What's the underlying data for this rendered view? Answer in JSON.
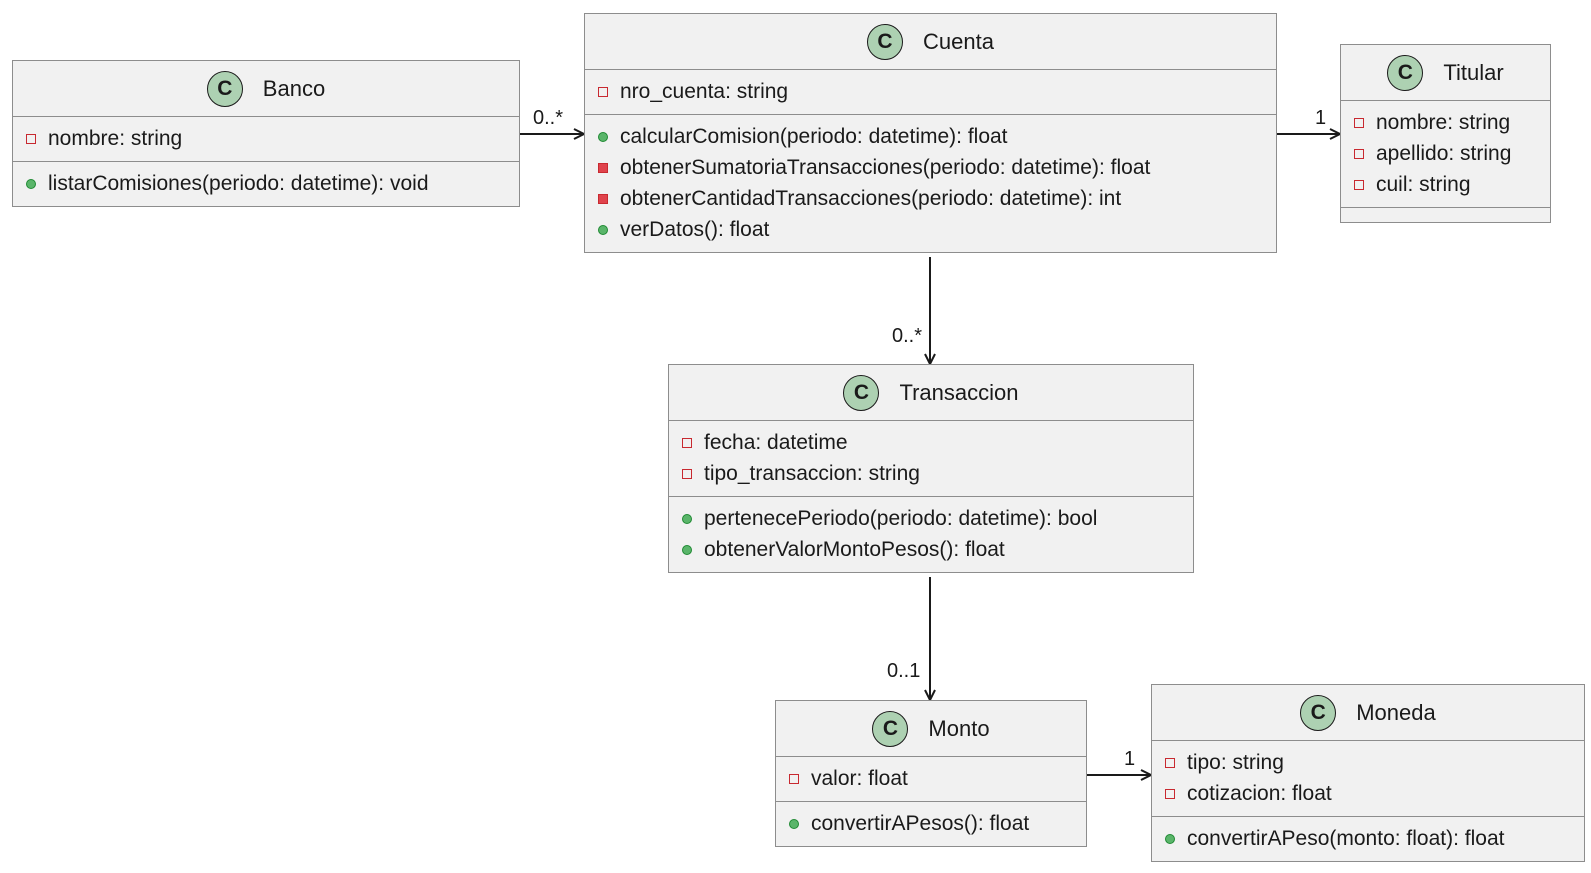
{
  "classes": {
    "banco": {
      "name": "Banco",
      "attributes": [
        {
          "vis": "private-field",
          "text": "nombre: string"
        }
      ],
      "methods": [
        {
          "vis": "public-method",
          "text": "listarComisiones(periodo: datetime): void"
        }
      ]
    },
    "cuenta": {
      "name": "Cuenta",
      "attributes": [
        {
          "vis": "private-field",
          "text": "nro_cuenta: string"
        }
      ],
      "methods": [
        {
          "vis": "public-method",
          "text": "calcularComision(periodo: datetime): float"
        },
        {
          "vis": "private-method",
          "text": "obtenerSumatoriaTransacciones(periodo: datetime): float"
        },
        {
          "vis": "private-method",
          "text": "obtenerCantidadTransacciones(periodo: datetime): int"
        },
        {
          "vis": "public-method",
          "text": "verDatos(): float"
        }
      ]
    },
    "titular": {
      "name": "Titular",
      "attributes": [
        {
          "vis": "private-field",
          "text": "nombre: string"
        },
        {
          "vis": "private-field",
          "text": "apellido: string"
        },
        {
          "vis": "private-field",
          "text": "cuil: string"
        }
      ],
      "methods": []
    },
    "transaccion": {
      "name": "Transaccion",
      "attributes": [
        {
          "vis": "private-field",
          "text": "fecha: datetime"
        },
        {
          "vis": "private-field",
          "text": "tipo_transaccion: string"
        }
      ],
      "methods": [
        {
          "vis": "public-method",
          "text": "pertenecePeriodo(periodo: datetime): bool"
        },
        {
          "vis": "public-method",
          "text": "obtenerValorMontoPesos(): float"
        }
      ]
    },
    "monto": {
      "name": "Monto",
      "attributes": [
        {
          "vis": "private-field",
          "text": "valor: float"
        }
      ],
      "methods": [
        {
          "vis": "public-method",
          "text": "convertirAPesos(): float"
        }
      ]
    },
    "moneda": {
      "name": "Moneda",
      "attributes": [
        {
          "vis": "private-field",
          "text": "tipo: string"
        },
        {
          "vis": "private-field",
          "text": "cotizacion: float"
        }
      ],
      "methods": [
        {
          "vis": "public-method",
          "text": "convertirAPeso(monto: float): float"
        }
      ]
    }
  },
  "stereotype_letter": "C",
  "associations": [
    {
      "from": "Banco",
      "to": "Cuenta",
      "multiplicity": "0..*"
    },
    {
      "from": "Cuenta",
      "to": "Titular",
      "multiplicity": "1"
    },
    {
      "from": "Cuenta",
      "to": "Transaccion",
      "multiplicity": "0..*"
    },
    {
      "from": "Transaccion",
      "to": "Monto",
      "multiplicity": "0..1"
    },
    {
      "from": "Monto",
      "to": "Moneda",
      "multiplicity": "1"
    }
  ],
  "colors": {
    "box_fill": "#f1f1f1",
    "box_border": "#8d8d8d",
    "stereotype_fill": "#add1b2",
    "private_marker": "#c82930",
    "public_marker": "#5ab56a",
    "edge": "#1a1a1a"
  }
}
